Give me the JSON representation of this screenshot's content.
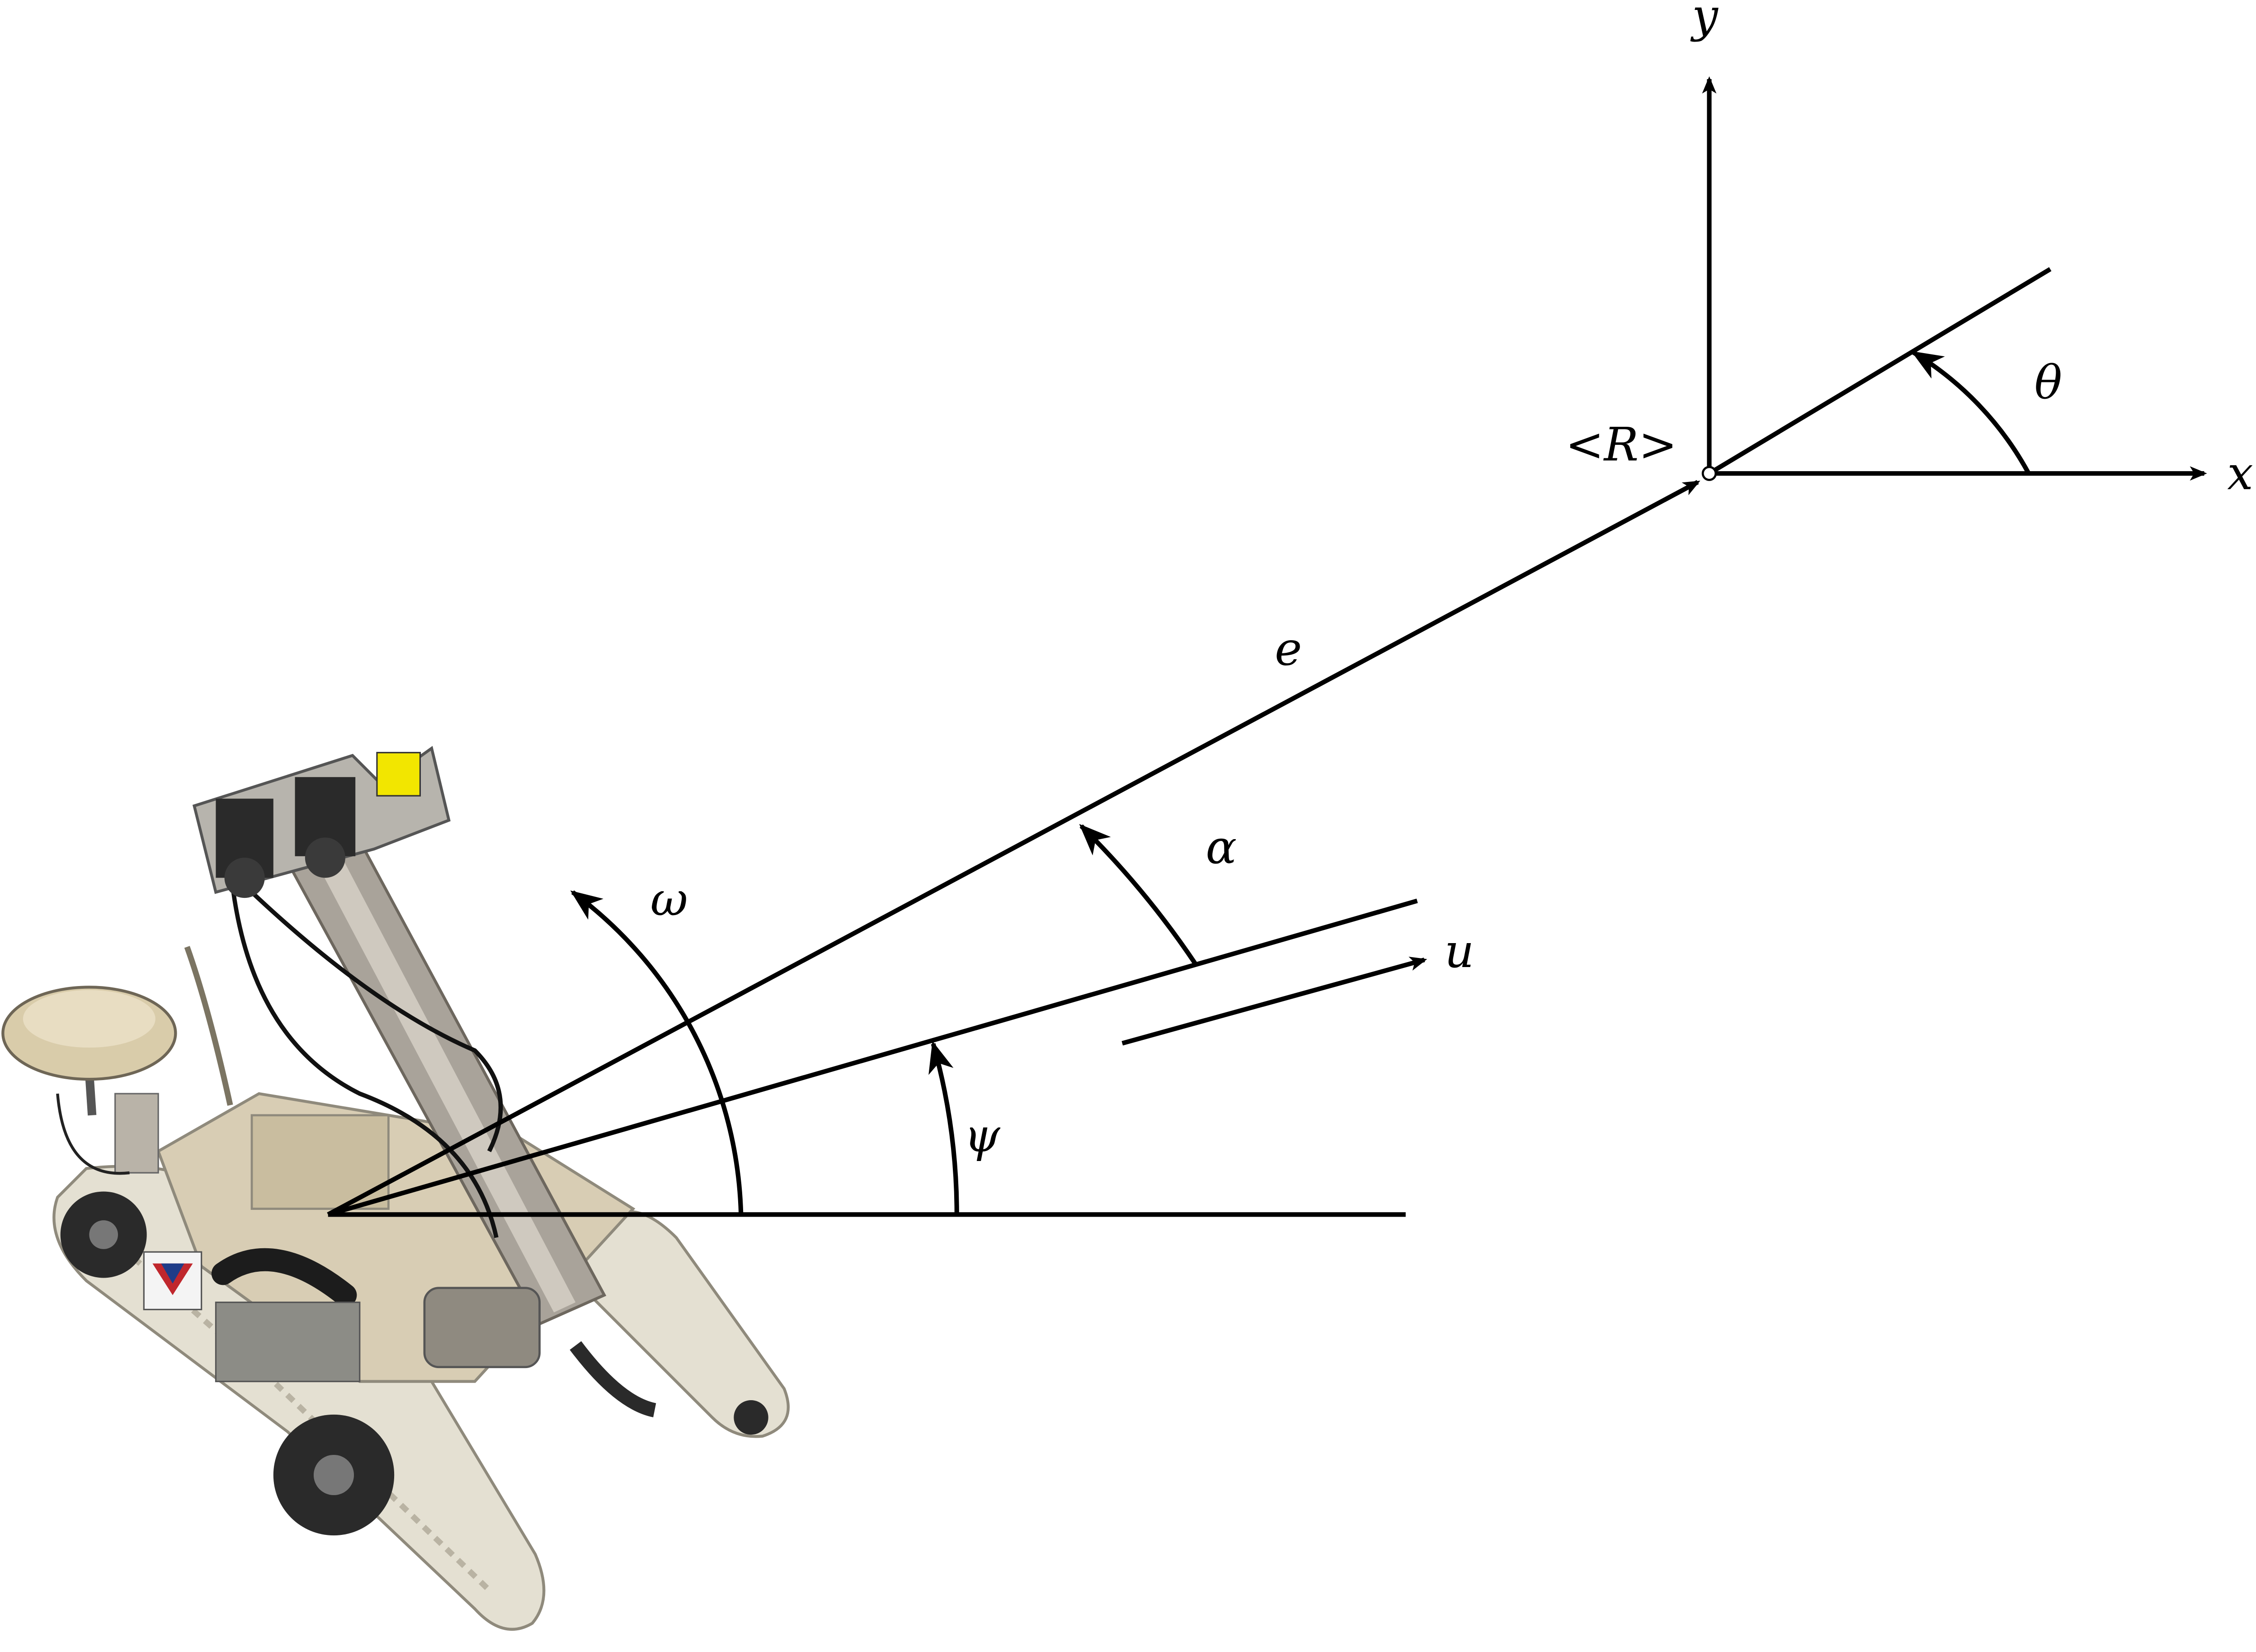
{
  "labels": {
    "x_axis": "x",
    "y_axis": "y",
    "reference_point": "<R>",
    "theta": "θ",
    "e": "e",
    "alpha": "α",
    "omega": "ω",
    "u": "u",
    "psi": "ψ"
  },
  "colors": {
    "line": "#000000",
    "robot_body": "#d8cdb4",
    "robot_track": "#e4e0d2",
    "robot_dark": "#2a2a2a",
    "robot_metal": "#a9a39a",
    "warning_label": "#f2e600"
  }
}
